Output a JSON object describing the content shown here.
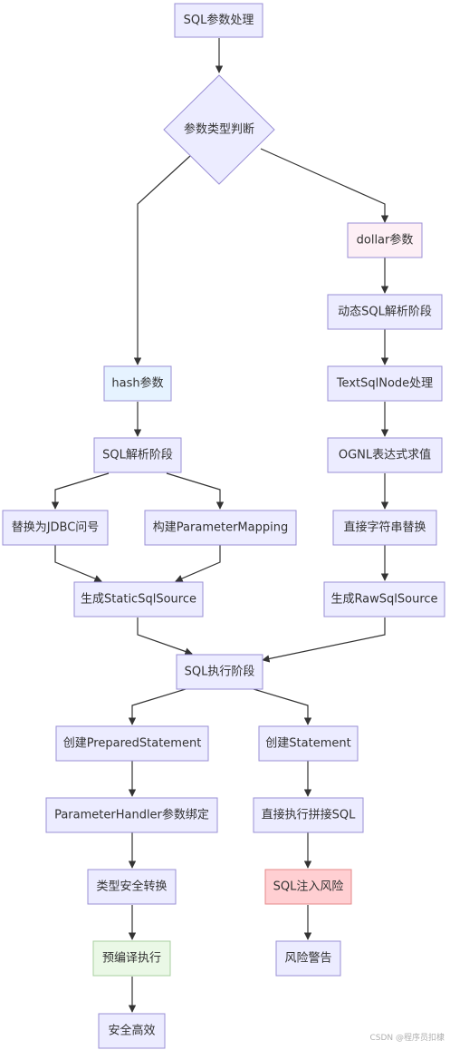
{
  "colors": {
    "default_fill": "#ececff",
    "default_stroke": "#9a8fd6",
    "hash_fill": "#e6f3ff",
    "dollar_fill": "#fdeff5",
    "risk_fill": "#ffcfd2",
    "risk_stroke": "#e58a8a",
    "precompile_fill": "#eaf8e6",
    "precompile_stroke": "#a8cfa0",
    "edge": "#333333"
  },
  "nodes": {
    "sql_param_processing": "SQL参数处理",
    "param_type_decision": "参数类型判断",
    "hash_param": "hash参数",
    "dollar_param": "dollar参数",
    "sql_parse_stage": "SQL解析阶段",
    "dynamic_sql_parse_stage": "动态SQL解析阶段",
    "replace_jdbc_placeholder": "替换为JDBC问号",
    "build_parameter_mapping": "构建ParameterMapping",
    "text_sql_node": "TextSqlNode处理",
    "ognl_eval": "OGNL表达式求值",
    "direct_string_replace": "直接字符串替换",
    "gen_static_sql_source": "生成StaticSqlSource",
    "gen_raw_sql_source": "生成RawSqlSource",
    "sql_exec_stage": "SQL执行阶段",
    "create_prepared_statement": "创建PreparedStatement",
    "create_statement": "创建Statement",
    "parameter_handler_binding": "ParameterHandler参数绑定",
    "direct_exec_concat_sql": "直接执行拼接SQL",
    "type_safe_conversion": "类型安全转换",
    "sql_injection_risk": "SQL注入风险",
    "precompile_exec": "预编译执行",
    "risk_warning": "风险警告",
    "safe_efficient": "安全高效"
  },
  "watermark": "CSDN @程序员扣棣"
}
